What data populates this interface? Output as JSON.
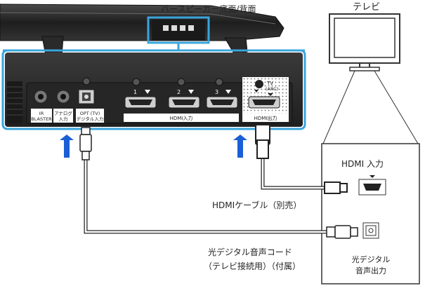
{
  "labels": {
    "speaker_bottom_back": "バースピーカー底面/背面",
    "tv": "テレビ",
    "ir_blaster_line1": "IR",
    "ir_blaster_line2": "BLASTER",
    "analog_in_line1": "アナログ",
    "analog_in_line2": "入力",
    "opt_tv_line1": "OPT (TV)",
    "opt_tv_line2": "デジタル入力",
    "hdmi_1": "1",
    "hdmi_2": "2",
    "hdmi_3": "3",
    "hdmi_in_group": "HDMI入力",
    "hdmi_out_tv": "TV",
    "hdmi_out_arc": "(ARC)",
    "hdmi_out_label": "HDMI出力",
    "tv_hdmi_in": "HDMI 入力",
    "hdmi_cable": "HDMIケーブル（別売）",
    "optical_cable_line1": "光デジタル音声コード",
    "optical_cable_line2": "（テレビ接続用）（付属）",
    "tv_optical_out_line1": "光デジタル",
    "tv_optical_out_line2": "音声出力"
  },
  "colors": {
    "highlight": "#3aa5dc",
    "arrow": "#1a5fd6",
    "panel": "#2b2b2b",
    "panel_dark": "#1c1c1c",
    "label_box": "#ffffff"
  }
}
